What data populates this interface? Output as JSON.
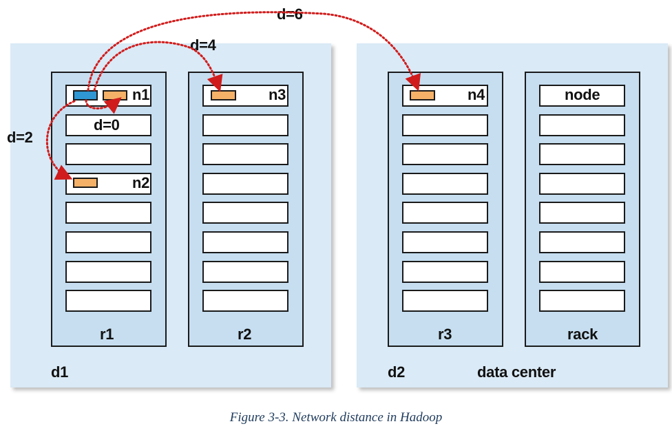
{
  "datacenters": [
    {
      "label": "d1"
    },
    {
      "label": "d2",
      "caption": "data center"
    }
  ],
  "racks": [
    {
      "label": "r1"
    },
    {
      "label": "r2"
    },
    {
      "label": "r3"
    },
    {
      "label": "rack"
    }
  ],
  "nodes": {
    "n1": "n1",
    "n2": "n2",
    "n3": "n3",
    "n4": "n4",
    "legend_node": "node"
  },
  "distances": {
    "d0": "d=0",
    "d2": "d=2",
    "d4": "d=4",
    "d6": "d=6"
  },
  "colors": {
    "datacenter_bg": "#daeaf6",
    "rack_bg": "#c6def0",
    "block_orange": "#f5b168",
    "block_blue": "#2f97d3",
    "arrow": "#d01c1c"
  },
  "figure_caption": "Figure 3-3. Network distance in Hadoop"
}
